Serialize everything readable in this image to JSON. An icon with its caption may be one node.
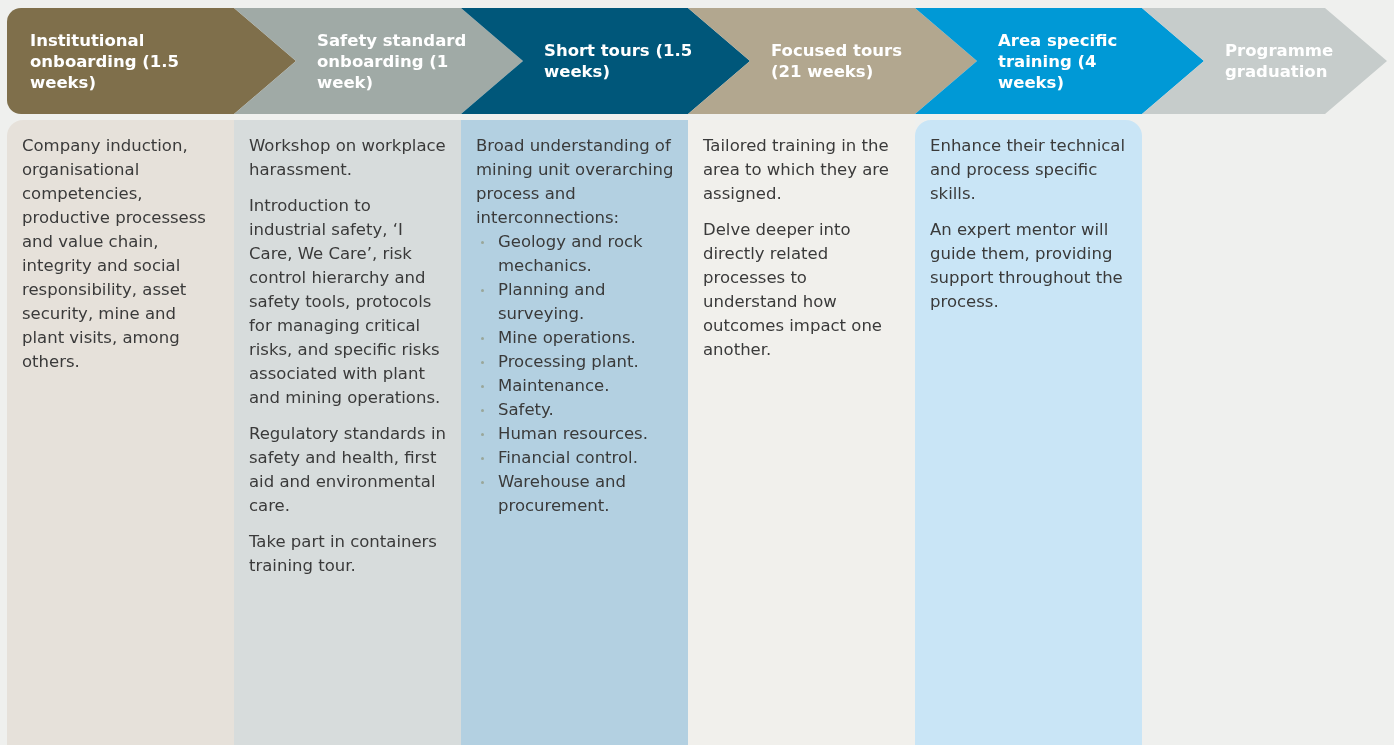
{
  "diagram": {
    "nodes": [
      {
        "text": [
          "Institutional onboarding (1.5 weeks)"
        ]
      },
      {
        "text": [
          "Safety standard onboarding (1 week)"
        ]
      },
      {
        "text": [
          "Short tours (1.5 weeks)"
        ]
      },
      {
        "text": [
          "Focused tours (21 weeks)"
        ]
      },
      {
        "text": [
          "Area specific training (4 weeks)"
        ]
      },
      {
        "text": [
          "Programme graduation"
        ]
      },
      {
        "text": [
          "Company induction, organisational competencies, productive processess and value chain, integrity and social responsibility, asset security, mine and plant visits, among others."
        ]
      },
      {
        "text": [
          "Workshop on workplace harassment.",
          "Introduction to industrial safety, ‘I Care, We Care’, risk control hierarchy and safety tools, protocols for managing critical risks, and specific risks associated with plant and mining operations.",
          "Regulatory standards in safety and health, first aid and environmental care.",
          "Take part in containers training tour."
        ]
      },
      {
        "text": [
          "Broad understanding of mining unit overarching process and interconnections:",
          "Geology and rock mechanics.",
          "Planning and surveying.",
          "Mine operations.",
          "Processing plant.",
          "Maintenance.",
          "Safety.",
          "Human resources.",
          "Financial control.",
          "Warehouse and procurement."
        ]
      },
      {
        "text": [
          "Tailored training in the area to which they are assigned.",
          "Delve deeper into directly related processes to understand how outcomes impact one another."
        ]
      },
      {
        "text": [
          "Enhance their technical and process specific skills.",
          "An expert mentor will guide them, providing support throughout the process."
        ]
      }
    ]
  }
}
